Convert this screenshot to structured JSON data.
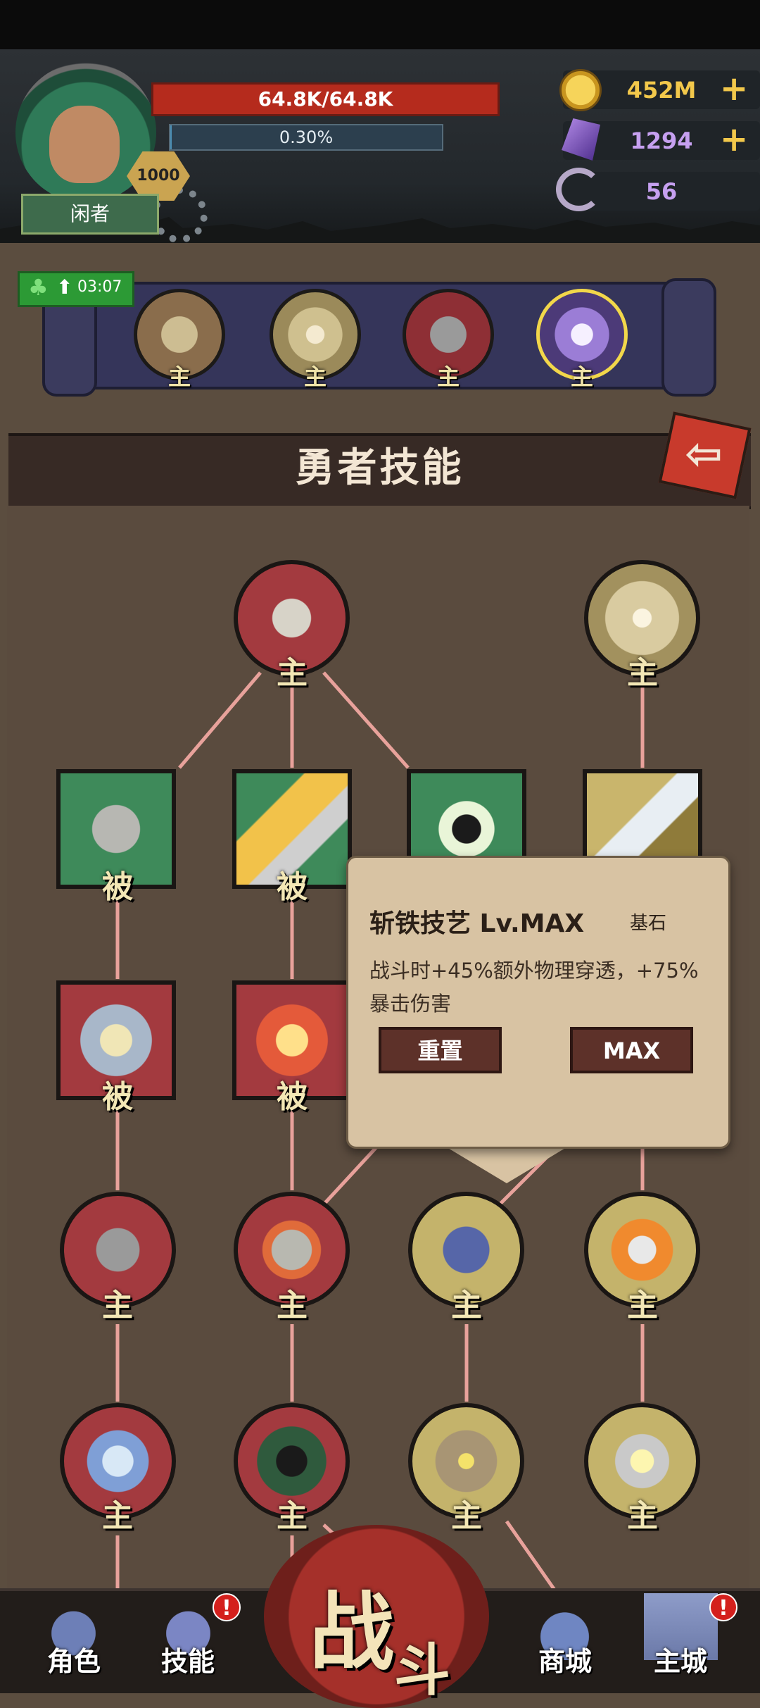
{
  "player": {
    "name": "闲者",
    "level": "1000",
    "hp_text": "64.8K/64.8K",
    "xp_text": "0.30%",
    "xp_fraction": 0.003
  },
  "currencies": [
    {
      "icon": "gold-coin-icon",
      "value": "452M",
      "plus": "+"
    },
    {
      "icon": "purple-crystal-icon",
      "value": "1294",
      "plus": "+"
    },
    {
      "icon": "ram-horn-icon",
      "value": "56",
      "plus": ""
    }
  ],
  "buff": {
    "timer": "03:07",
    "icon": "clover-icon"
  },
  "equipped_slots": [
    {
      "icon": "axe-skill-icon",
      "tag": "主"
    },
    {
      "icon": "rune-circle-skill-icon",
      "tag": "主"
    },
    {
      "icon": "blade-slash-skill-icon",
      "tag": "主"
    },
    {
      "icon": "angel-wings-skill-icon",
      "tag": "主"
    }
  ],
  "title": "勇者技能",
  "skill_tree": {
    "nodes": [
      {
        "icon": "claw-slash-icon",
        "tag": "主"
      },
      {
        "icon": "rune-circle-icon",
        "tag": "主"
      },
      {
        "icon": "stone-fist-icon",
        "tag": "被"
      },
      {
        "icon": "flame-blade-icon",
        "tag": "被"
      },
      {
        "icon": "aura-figure-icon",
        "tag": "被"
      },
      {
        "icon": "steel-blade-icon",
        "tag": "被"
      },
      {
        "icon": "sword-shield-icon",
        "tag": "被"
      },
      {
        "icon": "explosion-sword-icon",
        "tag": "被"
      },
      {
        "icon": "dual-blade-icon",
        "tag": "主"
      },
      {
        "icon": "hammer-icon",
        "tag": "主"
      },
      {
        "icon": "chain-whip-icon",
        "tag": "主"
      },
      {
        "icon": "fire-blade-icon",
        "tag": "主"
      },
      {
        "icon": "whirlwind-icon",
        "tag": "主"
      },
      {
        "icon": "hooded-assassin-icon",
        "tag": "主"
      },
      {
        "icon": "axe-spark-icon",
        "tag": "主"
      },
      {
        "icon": "lightning-blade-icon",
        "tag": "主"
      }
    ]
  },
  "popup": {
    "name": "斩铁技艺 Lv.MAX",
    "badge": "基石",
    "description": "战斗时+45%额外物理穿透，+75%暴击伤害",
    "reset_label": "重置",
    "max_label": "MAX"
  },
  "nav": [
    {
      "label": "角色",
      "icon": "helmet-icon",
      "badge": ""
    },
    {
      "label": "技能",
      "icon": "swirl-icon",
      "badge": "!"
    },
    {
      "label": "战斗",
      "icon": "battle-icon",
      "badge": ""
    },
    {
      "label": "商城",
      "icon": "tent-shop-icon",
      "badge": ""
    },
    {
      "label": "主城",
      "icon": "castle-icon",
      "badge": "!"
    }
  ],
  "colors": {
    "accent_gold": "#f2c84b",
    "hp_red": "#b52b1d",
    "laser_red": "#e24a43"
  }
}
